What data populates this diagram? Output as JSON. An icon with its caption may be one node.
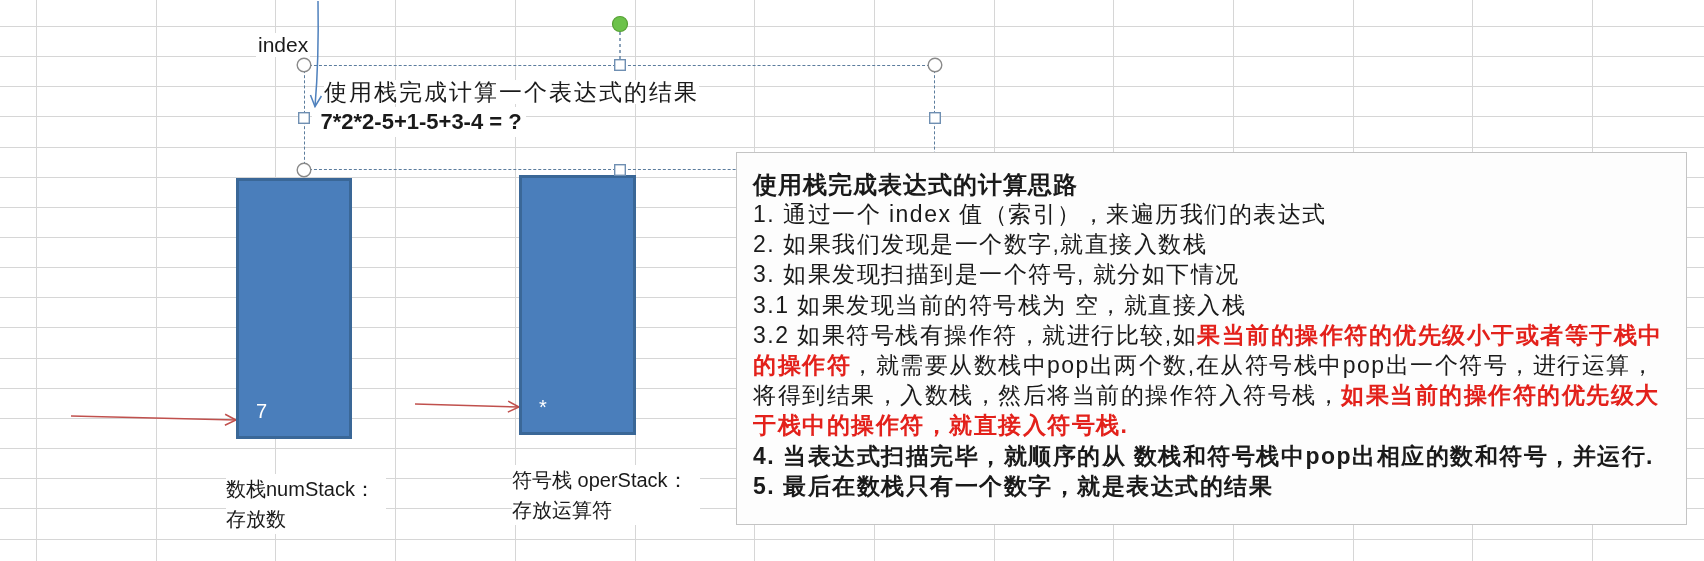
{
  "diagram": {
    "nodes": [
      {
        "text": [
          "使用栈完成计算一个表达式的结果"
        ]
      },
      {
        "text": [
          "7*2*2-5+1-5+3-4 = ?"
        ],
        "in": 0
      },
      {
        "text": [
          "7"
        ],
        "beside": [
          "数栈numStack：存放数"
        ]
      },
      {
        "text": [
          "*"
        ],
        "beside": [
          "符号栈 operStack：存放运算符"
        ]
      },
      {
        "text": [
          "使用栈完成表达式的计算思路",
          "1. 通过一个 index 值（索引），来遍历我们的表达式",
          "2. 如果我们发现是一个数字,就直接入数栈",
          "3. 如果发现扫描到是一个符号, 就分如下情况",
          "3.1 如果发现当前的符号栈为 空，就直接入栈",
          "3.2 如果符号栈有操作符，就进行比较,如**果当前的操作符的优先级小于或者等于栈中的操作符**，就需要从数栈中pop出两个数,在从符号栈中pop出一个符号，进行运算，将得到结果，入数栈，然后将当前的操作符入符号栈，**如果当前的操作符的优先级大于栈中的操作符，就直接入符号栈.**",
          "4. 当表达式扫描完毕，就顺序的从 数栈和符号栈中pop出相应的数和符号，并运行.",
          "5. 最后在数栈只有一个数字，就是表达式的结果"
        ]
      }
    ],
    "edges": [
      {
        "from": null,
        "to": 1,
        "arrow": "to",
        "label": "index",
        "color": "#4f81bd"
      },
      {
        "from": null,
        "to": 2,
        "arrow": "to"
      },
      {
        "from": null,
        "to": 3,
        "arrow": "to"
      }
    ]
  }
}
